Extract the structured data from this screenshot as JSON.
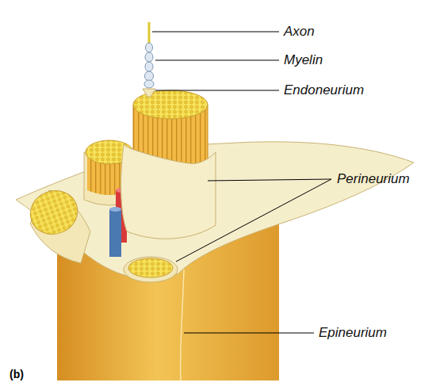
{
  "diagram": {
    "labels": [
      "Axon",
      "Myelin",
      "Endoneurium",
      "Perineurium",
      "Epineurium",
      "(b)"
    ]
  }
}
